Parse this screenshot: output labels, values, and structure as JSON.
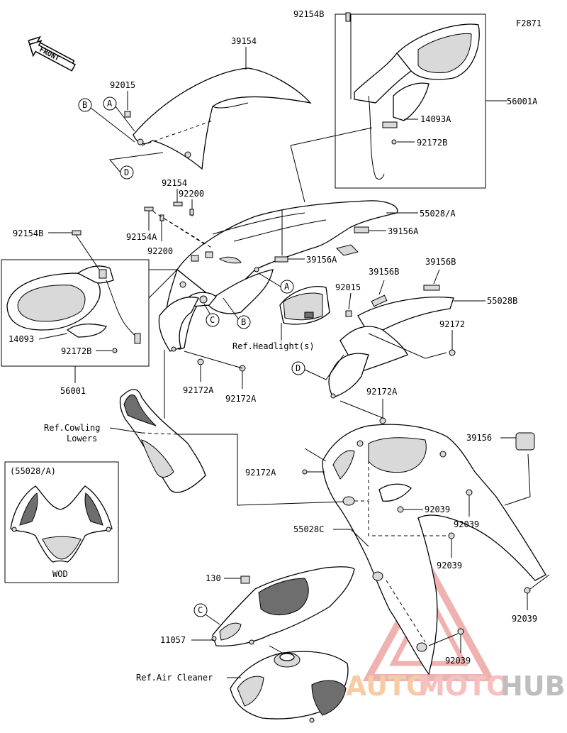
{
  "figure_code": "F2871",
  "front_label": "FRONT",
  "wod_panel": {
    "title": "(55028/A)",
    "caption": "WOD"
  },
  "callouts": [
    "A",
    "B",
    "C",
    "D"
  ],
  "labels": {
    "p92154B_top": "92154B",
    "p39154": "39154",
    "p92015_left": "92015",
    "p56001A": "56001A",
    "p14093A": "14093A",
    "p92172B_right": "92172B",
    "p92154": "92154",
    "p92200_top": "92200",
    "p92154A": "92154A",
    "p92200_bot": "92200",
    "p55028A": "55028/A",
    "p39156A_1": "39156A",
    "p39156A_2": "39156A",
    "p92154B_left": "92154B",
    "p14093": "14093",
    "p92172B_left": "92172B",
    "p56001": "56001",
    "p39156B_1": "39156B",
    "p39156B_2": "39156B",
    "p92015_mid": "92015",
    "p55028B": "55028B",
    "p92172_right": "92172",
    "ref_headlight": "Ref.Headlight(s)",
    "p92172A_1": "92172A",
    "p92172A_2": "92172A",
    "p92172A_3": "92172A",
    "ref_cowling_1": "Ref.Cowling",
    "ref_cowling_2": "Lowers",
    "p39156": "39156",
    "p92172A_4": "92172A",
    "p92039_1": "92039",
    "p92039_2": "92039",
    "p55028C": "55028C",
    "p92039_3": "92039",
    "p92039_4": "92039",
    "p92039_5": "92039",
    "p130": "130",
    "p11057": "11057",
    "ref_air_cleaner": "Ref.Air Cleaner"
  },
  "watermark": {
    "part1": "AUTO",
    "part2": "MOTO",
    "part3": "HUB",
    "color1": "#f0a35a",
    "color2": "#f28b8b",
    "color3": "#8a8a8a"
  }
}
